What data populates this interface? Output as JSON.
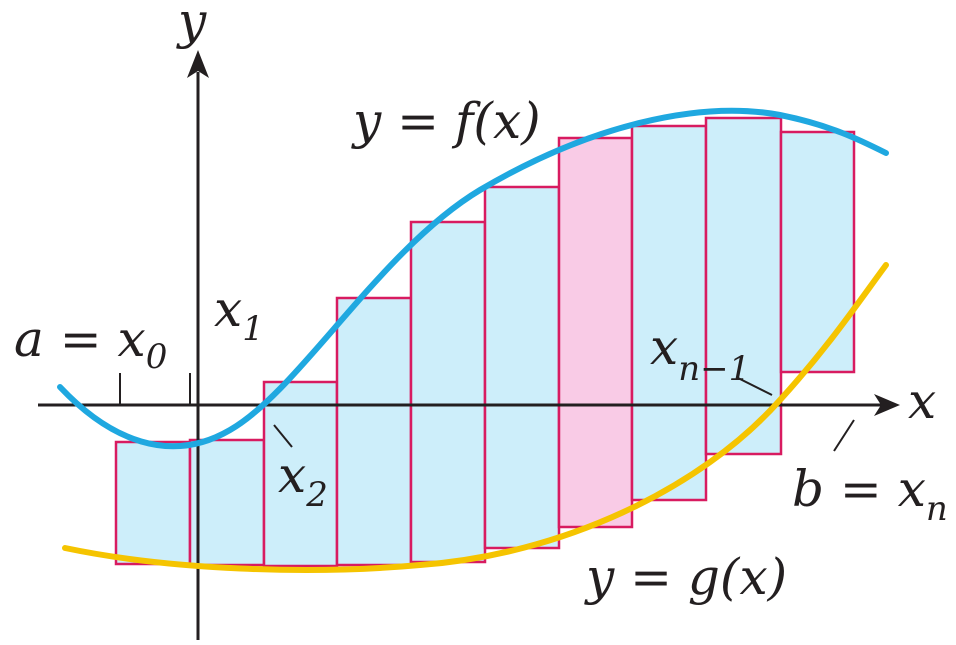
{
  "labels": {
    "y_axis": "y",
    "x_axis": "x",
    "f_curve": "y = f(x)",
    "g_curve": "y = g(x)",
    "a_eq": "a = x",
    "a_eq_sub": "0",
    "x1": "x",
    "x1_sub": "1",
    "x2": "x",
    "x2_sub": "2",
    "xn1": "x",
    "xn1_sub": "n−1",
    "b_eq": "b = x",
    "b_eq_sub": "n"
  },
  "colors": {
    "axis": "#231f20",
    "f_curve": "#1fa8e0",
    "g_curve": "#f5c400",
    "rect_fill": "#cdeefa",
    "rect_highlight": "#f9cbe6",
    "rect_stroke": "#d81b60"
  },
  "rectangles": {
    "count": 10,
    "highlighted_index": 6
  }
}
